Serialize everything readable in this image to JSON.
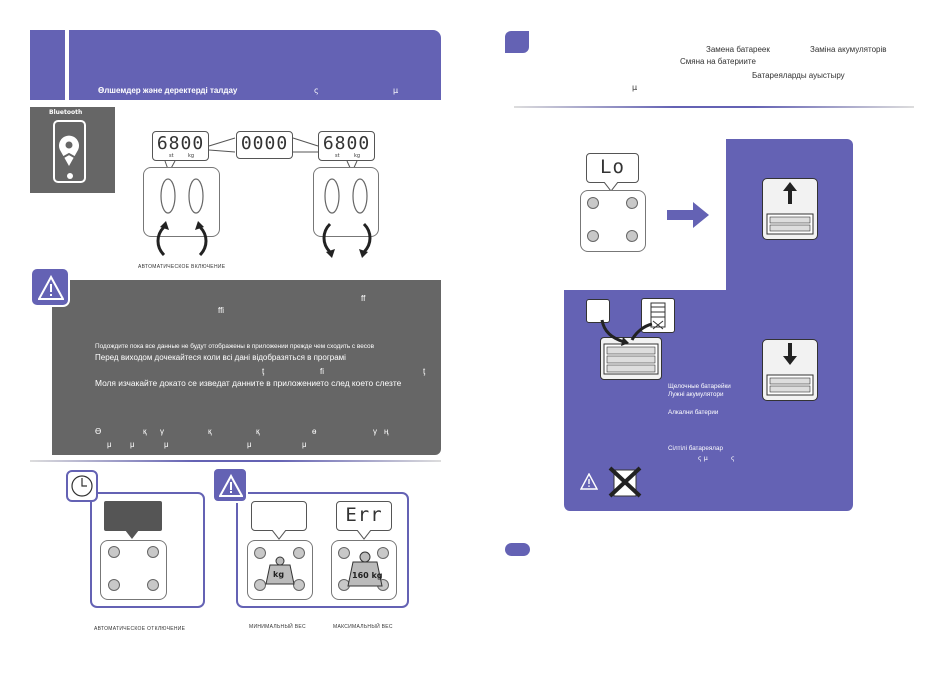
{
  "left_page": {
    "header": {
      "title_kz": "Өлшемдер және деректерді талдау",
      "frag_1": "ς",
      "frag_2": "μ"
    },
    "bluetooth": {
      "label": "Bluetooth"
    },
    "lcd_sequence": {
      "first_digits": "6800",
      "first_units": [
        "st",
        "kg"
      ],
      "middle_digits": "0000",
      "last_digits": "6800",
      "last_units": [
        "st",
        "kg"
      ]
    },
    "auto_on_caption": "АВТОМАТИЧЕСКОЕ ВКЛЮЧЕНИЕ",
    "warning": {
      "line_ff": "ff",
      "line_ffi": "ffi",
      "line_ru": "Подождите пока все данные не будут отображены в приложении прежде чем сходить с весов",
      "line_uk": "Перед виходом дочекайтеся коли всі дані відобразяться в програмі",
      "frag_t1": "ţ",
      "frag_fi": "fi",
      "frag_t2": "ţ",
      "line_bg": "Моля изчакайте докато се изведат данните в приложението след което слезте",
      "kz_row_1": [
        "Ө",
        "қ",
        "γ",
        "қ",
        "қ",
        "ө",
        "γ",
        "ң"
      ],
      "kz_row_2": [
        "μ",
        "μ",
        "μ",
        "μ",
        "μ"
      ]
    },
    "auto_off_caption": "АВТОМАТИЧЕСКОЕ ОТКЛЮЧЕНИЕ",
    "min_weight_caption": "МИНИМАЛЬНЫЙ ВЕС",
    "max_weight_caption": "МАКСИМАЛЬНЫЙ ВЕС",
    "err_display": "Err",
    "weight_min_label": "kg",
    "weight_max_label": "160 kg"
  },
  "right_page": {
    "header": {
      "ru": "Замена батареек",
      "uk": "Заміна акумуляторів",
      "bg": "Смяна на батериите",
      "kz": "Батареяларды ауыстыру",
      "frag_mu": "μ"
    },
    "low_display": "Lo",
    "battery_types": {
      "ru": "Щелочные батарейки",
      "uk": "Лужні акумулятори",
      "bg": "Алкални батерии",
      "kz": "Сілтілі батареялар",
      "frag_1": "ς μ",
      "frag_2": "ς"
    }
  },
  "colors": {
    "accent": "#6462b4",
    "warning_bg": "#666666",
    "bluetooth_panel": "#666666"
  }
}
